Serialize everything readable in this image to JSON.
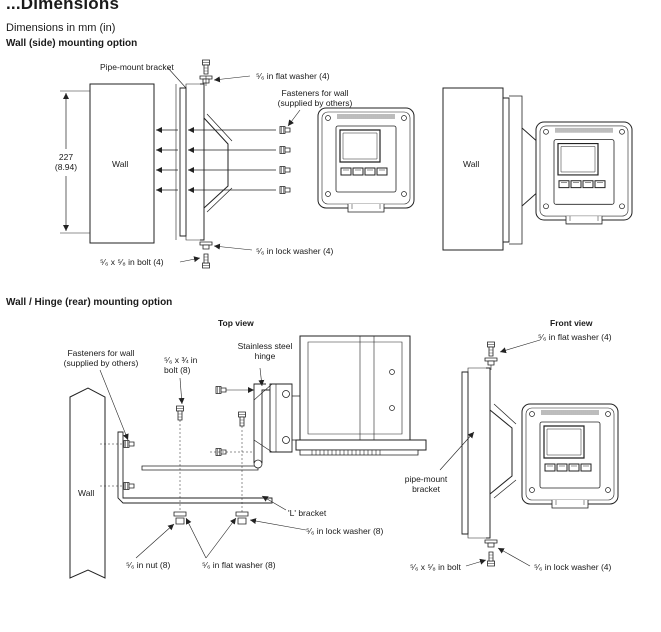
{
  "page": {
    "title": "...Dimensions",
    "subtitle": "Dimensions in mm (in)"
  },
  "section1": {
    "heading": "Wall (side) mounting option",
    "labels": {
      "pipe_bracket": "Pipe-mount bracket",
      "flat_washer": "⁵⁄₆ in flat washer (4)",
      "fasteners_1": "Fasteners for wall",
      "fasteners_2": "(supplied by others)",
      "dim_mm": "227",
      "dim_in": "(8.94)",
      "wall_left": "Wall",
      "wall_right": "Wall",
      "lock_washer": "⁵⁄₆ in lock washer (4)",
      "bolt": "⁵⁄₆ x ⁵⁄₈ in bolt (4)"
    }
  },
  "section2": {
    "heading": "Wall / Hinge (rear) mounting option",
    "labels": {
      "top_view": "Top view",
      "front_view": "Front view",
      "fasteners_1": "Fasteners for wall",
      "fasteners_2": "(supplied by others)",
      "hinge_1": "Stainless steel",
      "hinge_2": "hinge",
      "bolt_1": "⁵⁄₆ x ¾ in",
      "bolt_2": "bolt (8)",
      "wall": "Wall",
      "l_bracket": "'L' bracket",
      "lock_washer": "⁵⁄₆ in lock washer (8)",
      "nut": "⁵⁄₆ in nut (8)",
      "flat_washer": "⁵⁄₆ in flat washer (8)",
      "fv_flat_washer": "⁵⁄₆ in flat washer (4)",
      "fv_pipe_1": "pipe-mount",
      "fv_pipe_2": "bracket",
      "fv_bolt": "⁵⁄₆ x ⁵⁄₈ in bolt",
      "fv_lock_washer": "⁵⁄₆ in lock washer (4)"
    }
  }
}
